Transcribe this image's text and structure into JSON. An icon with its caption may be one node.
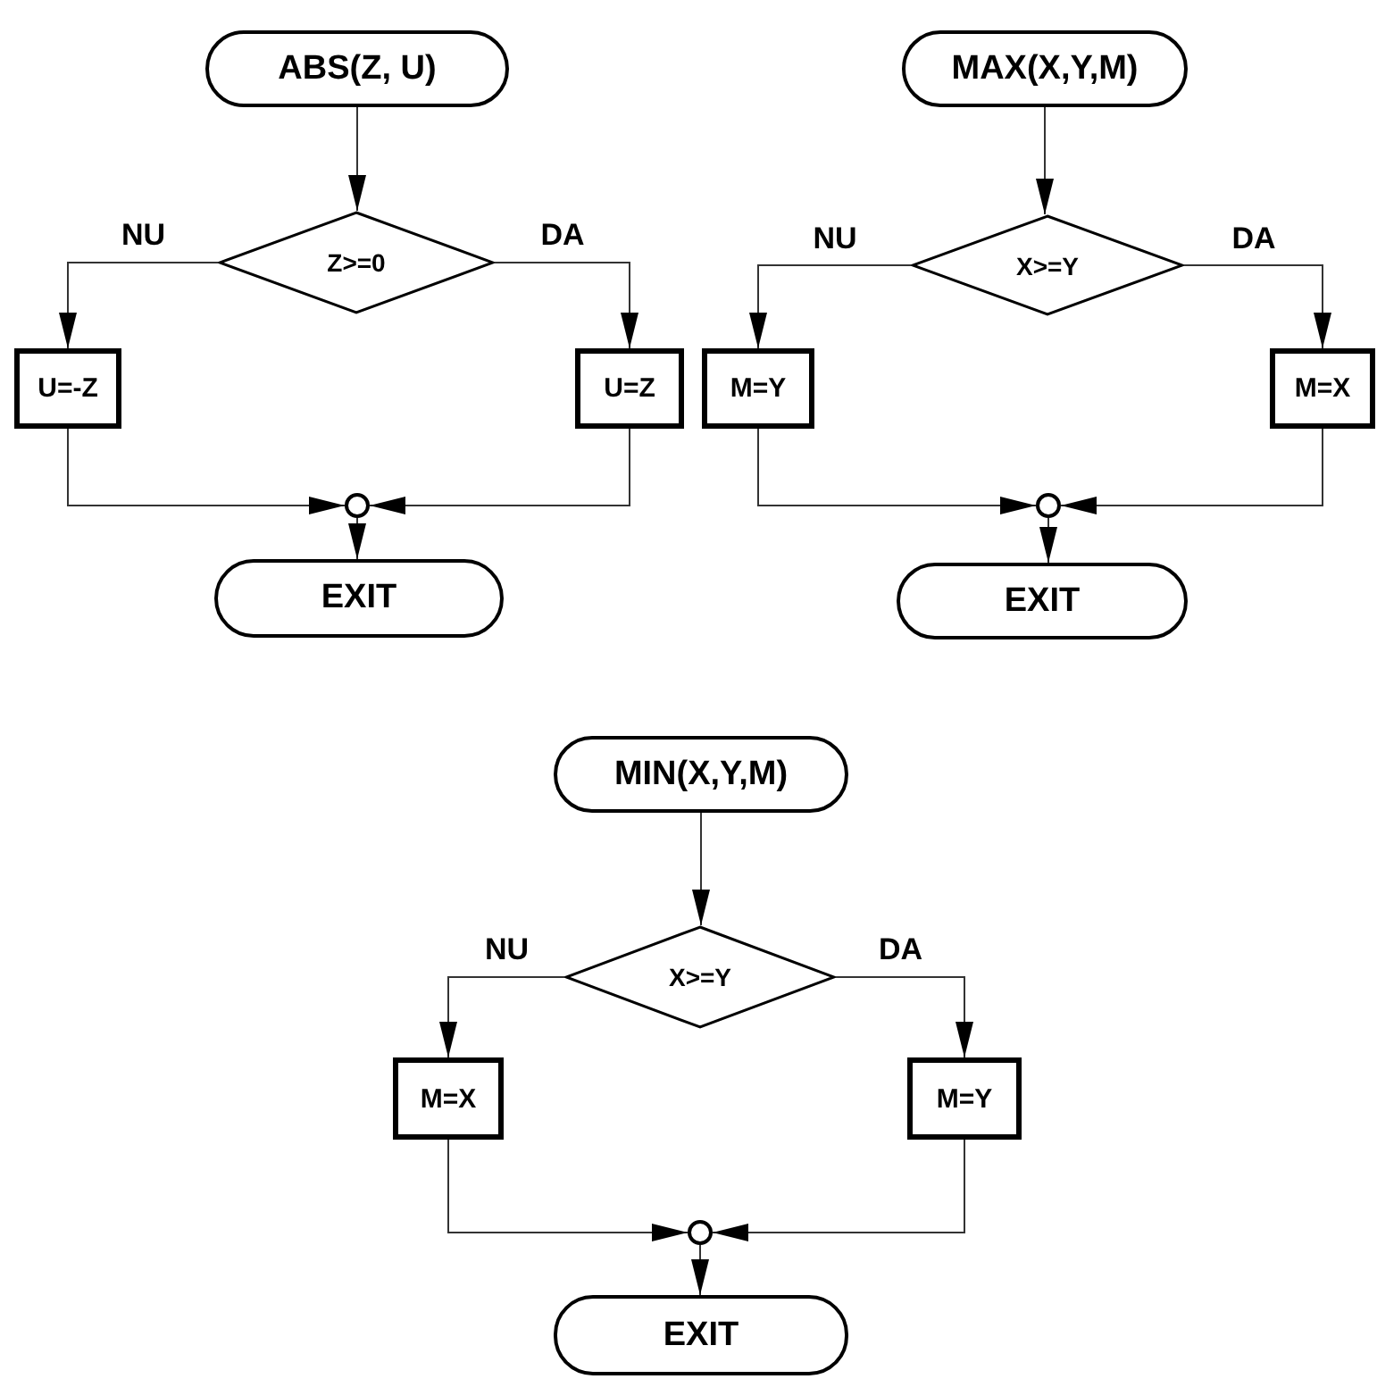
{
  "diagram": {
    "nodes": [
      {
        "text": [
          "ABS(Z, U)"
        ]
      },
      {
        "text": [
          "Z>=0"
        ]
      },
      {
        "text": [
          "U=-Z"
        ]
      },
      {
        "text": [
          "U=Z"
        ]
      },
      {
        "text": [],
        "shape": "circle"
      },
      {
        "text": [
          "EXIT"
        ]
      },
      {
        "text": [
          "MAX(X,Y,M)"
        ]
      },
      {
        "text": [
          "X>=Y"
        ]
      },
      {
        "text": [
          "M=Y"
        ]
      },
      {
        "text": [
          "M=X"
        ]
      },
      {
        "text": [],
        "shape": "circle"
      },
      {
        "text": [
          "EXIT"
        ]
      },
      {
        "text": [
          "MIN(X,Y,M)"
        ]
      },
      {
        "text": [
          "X>=Y"
        ]
      },
      {
        "text": [
          "M=X"
        ]
      },
      {
        "text": [
          "M=Y"
        ]
      },
      {
        "text": [],
        "shape": "circle"
      },
      {
        "text": [
          "EXIT"
        ]
      }
    ],
    "edges": [
      {
        "from": 0,
        "to": 1,
        "arrow": "to"
      },
      {
        "from": 1,
        "to": 2,
        "arrow": "to",
        "label": "NU"
      },
      {
        "from": 1,
        "to": 3,
        "arrow": "to",
        "label": "DA"
      },
      {
        "from": 2,
        "to": 4,
        "arrow": "to"
      },
      {
        "from": 3,
        "to": 4,
        "arrow": "to"
      },
      {
        "from": 4,
        "to": 5,
        "arrow": "to"
      },
      {
        "from": 6,
        "to": 7,
        "arrow": "to"
      },
      {
        "from": 7,
        "to": 8,
        "arrow": "to",
        "label": "NU"
      },
      {
        "from": 7,
        "to": 9,
        "arrow": "to",
        "label": "DA"
      },
      {
        "from": 8,
        "to": 10,
        "arrow": "to"
      },
      {
        "from": 9,
        "to": 10,
        "arrow": "to"
      },
      {
        "from": 10,
        "to": 11,
        "arrow": "to"
      },
      {
        "from": 12,
        "to": 13,
        "arrow": "to"
      },
      {
        "from": 13,
        "to": 14,
        "arrow": "to",
        "label": "NU"
      },
      {
        "from": 13,
        "to": 15,
        "arrow": "to",
        "label": "DA"
      },
      {
        "from": 14,
        "to": 16,
        "arrow": "to"
      },
      {
        "from": 15,
        "to": 16,
        "arrow": "to"
      },
      {
        "from": 16,
        "to": 17,
        "arrow": "to"
      }
    ]
  }
}
